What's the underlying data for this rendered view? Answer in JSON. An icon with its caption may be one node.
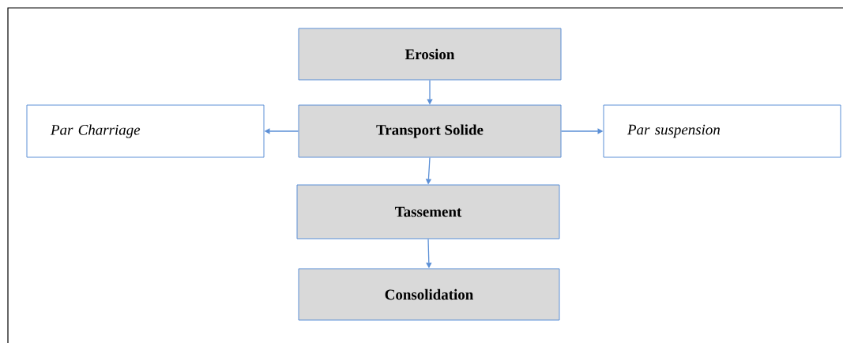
{
  "diagram": {
    "nodes": [
      {
        "text": [
          "Erosion"
        ]
      },
      {
        "text": [
          "Transport Solide"
        ]
      },
      {
        "text": [
          "Par Charriage"
        ]
      },
      {
        "text": [
          "Par suspension"
        ]
      },
      {
        "text": [
          "Tassement"
        ]
      },
      {
        "text": [
          "Consolidation"
        ]
      }
    ],
    "edges": [
      {
        "from": 0,
        "to": 1,
        "arrow": "to"
      },
      {
        "from": 1,
        "to": 2,
        "arrow": "to"
      },
      {
        "from": 1,
        "to": 3,
        "arrow": "to"
      },
      {
        "from": 1,
        "to": 4,
        "arrow": "to"
      },
      {
        "from": 4,
        "to": 5,
        "arrow": "to"
      }
    ]
  }
}
